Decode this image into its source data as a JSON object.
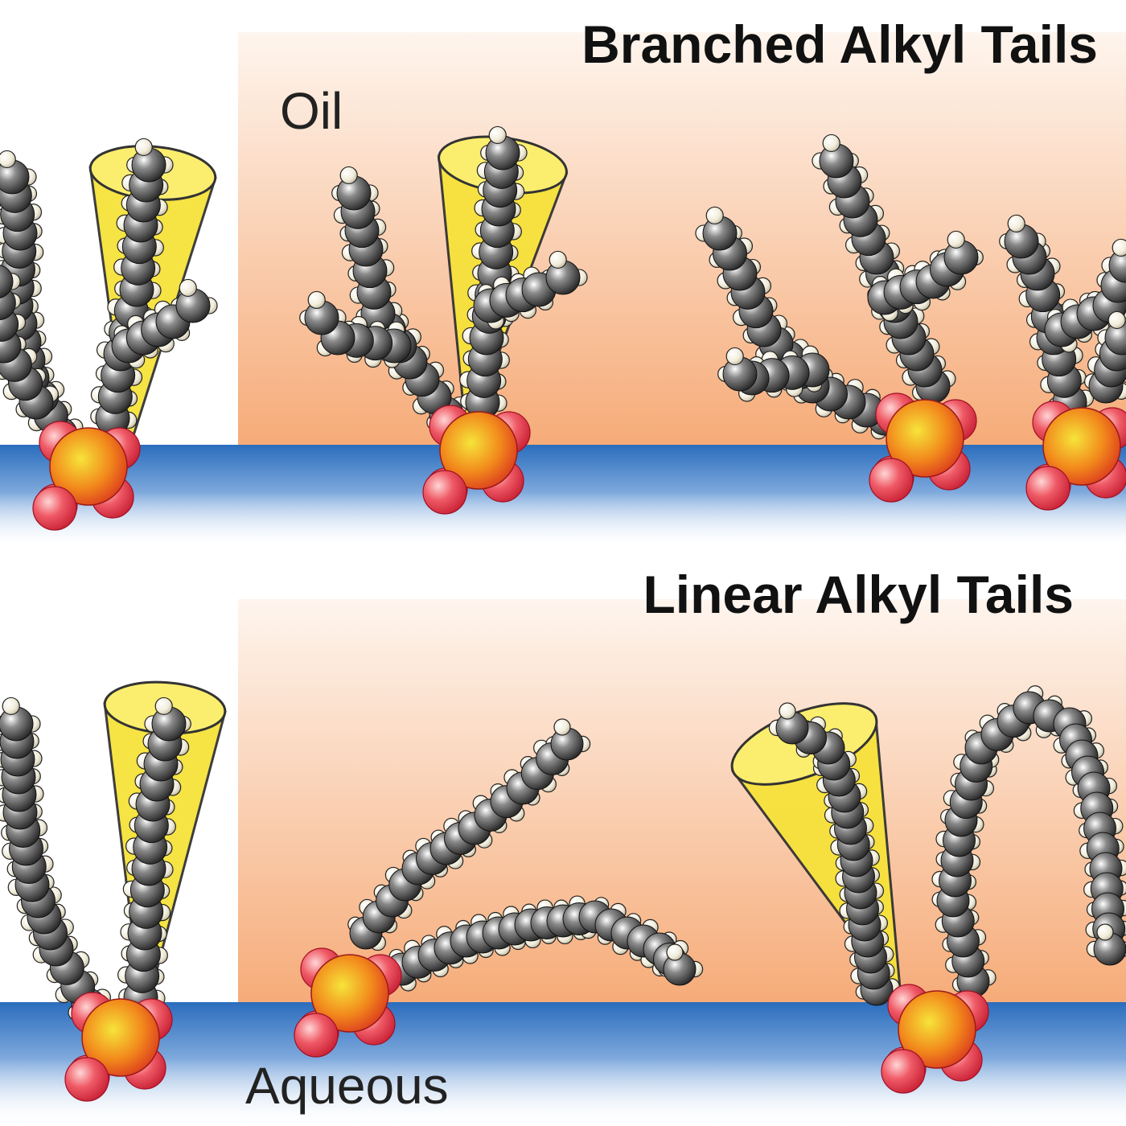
{
  "panels": {
    "top": {
      "title": "Branched Alkyl Tails",
      "phase_label": "Oil"
    },
    "bottom": {
      "title": "Linear Alkyl Tails",
      "phase_label": "Aqueous"
    }
  },
  "colors": {
    "oil_top": "#fdf1e8",
    "oil_bottom": "#f7b07e",
    "water": "#2e72c0",
    "cone": "#f6e23a",
    "carbon": "#2a2a2a",
    "hydrogen": "#f3efe0",
    "phosphorus": "#f39a1a",
    "oxygen": "#e8394e"
  },
  "legend_icons": [
    "cone-icon",
    "phosphate-headgroup-icon",
    "alkyl-chain-icon"
  ]
}
